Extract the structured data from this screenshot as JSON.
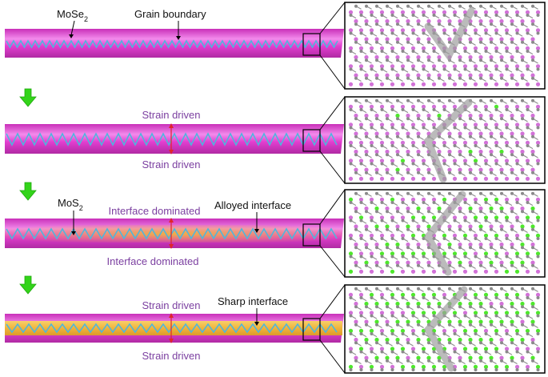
{
  "figure": {
    "panels": [
      {
        "id": "pristine",
        "labels": {
          "material": "MoSe",
          "material_sub": "2",
          "boundary": "Grain boundary"
        }
      },
      {
        "id": "strain",
        "labels": {
          "top": "Strain driven",
          "bottom": "Strain driven"
        }
      },
      {
        "id": "alloyed",
        "labels": {
          "material": "MoS",
          "material_sub": "2",
          "top": "Interface dominated",
          "bottom": "Interface dominated",
          "interface": "Alloyed interface"
        }
      },
      {
        "id": "sharp",
        "labels": {
          "top": "Strain driven",
          "bottom": "Strain driven",
          "interface": "Sharp interface"
        }
      }
    ],
    "colors": {
      "ribbon_magenta": "#e23fd0",
      "ribbon_highlight": "#f38bec",
      "mos2_band": "#f0b43c",
      "zigzag_line": "#4fb6dc",
      "strain_arrow": "#e0262b",
      "step_arrow": "#33d41a",
      "atom_mo": "#8a8a8a",
      "atom_se": "#d271d8",
      "atom_s": "#4ee82c",
      "label_purple": "#7b3fa0"
    },
    "icons": [
      "down-arrow-icon",
      "strain-arrow-icon",
      "atomic-lattice-image"
    ]
  }
}
